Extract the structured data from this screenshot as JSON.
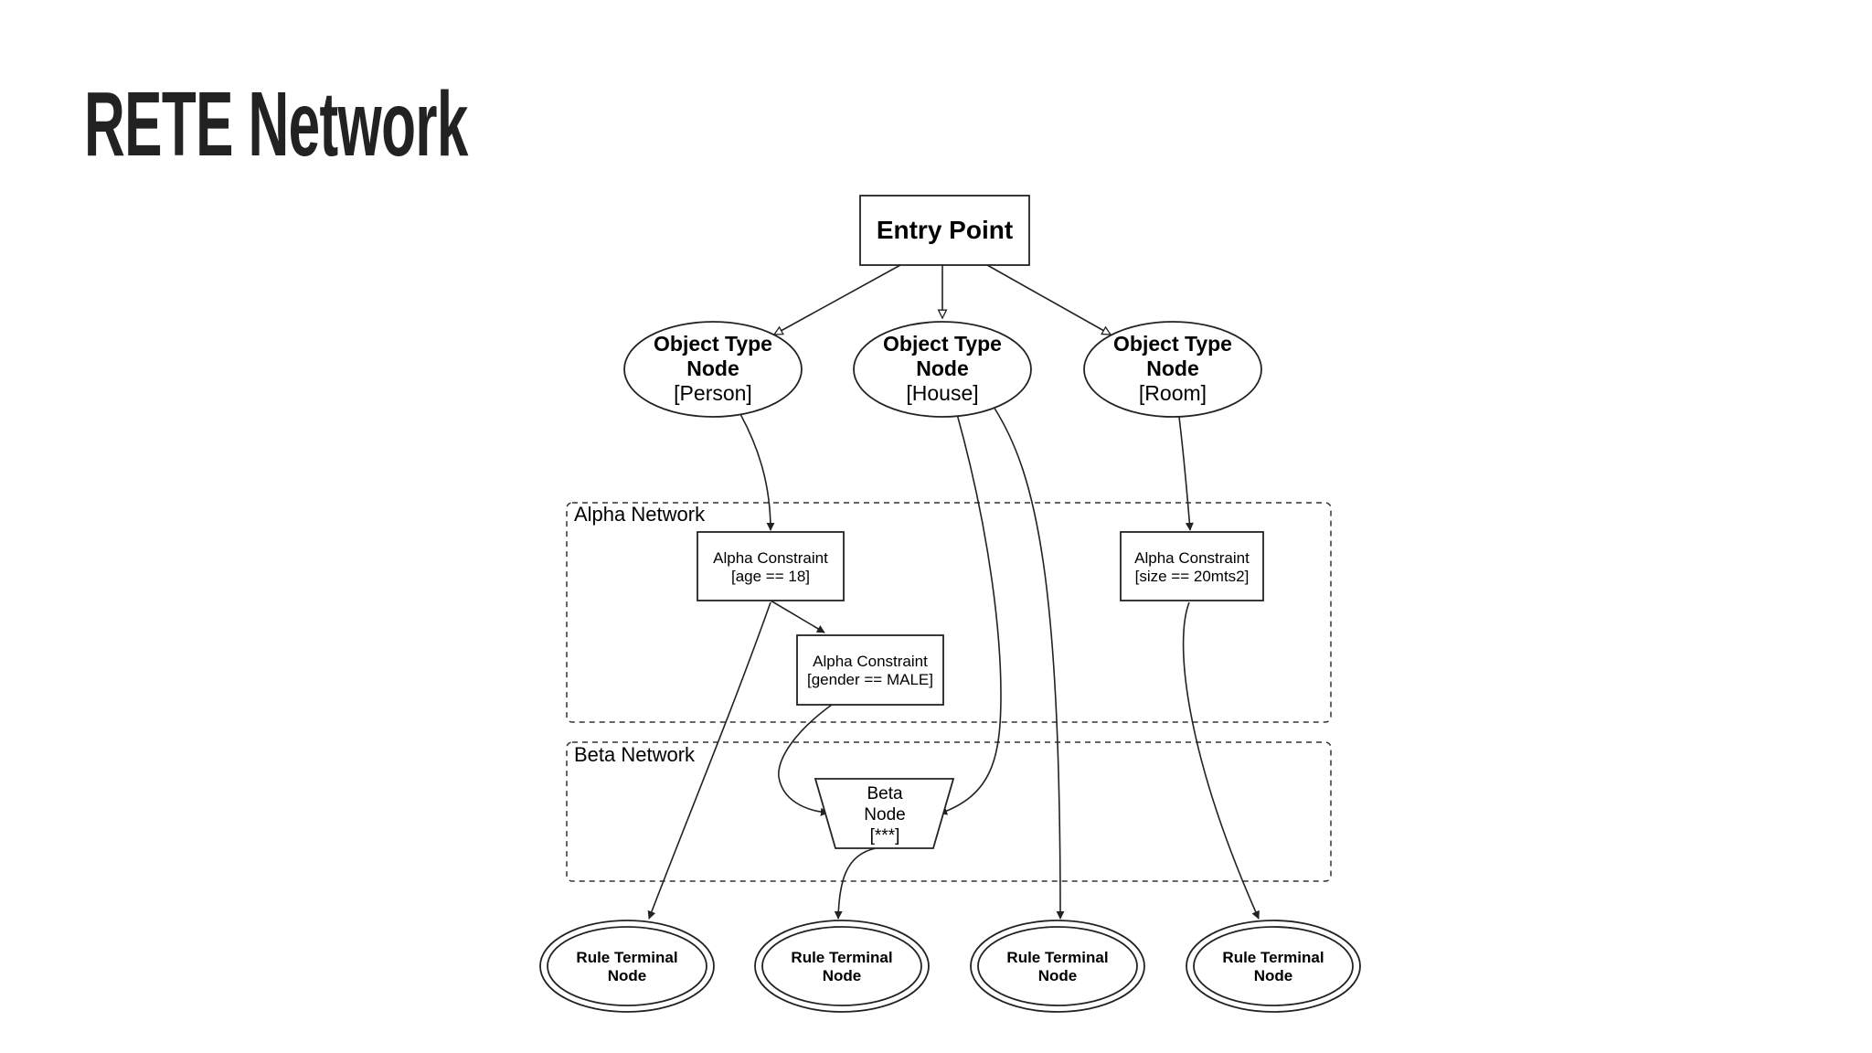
{
  "title": "RETE Network",
  "diagram": {
    "entry_point": "Entry Point",
    "object_type_nodes": [
      {
        "line1": "Object Type",
        "line2": "Node",
        "type": "[Person]"
      },
      {
        "line1": "Object Type",
        "line2": "Node",
        "type": "[House]"
      },
      {
        "line1": "Object Type",
        "line2": "Node",
        "type": "[Room]"
      }
    ],
    "alpha_network_label": "Alpha Network",
    "beta_network_label": "Beta Network",
    "alpha_constraints": [
      {
        "title": "Alpha Constraint",
        "condition": "[age == 18]"
      },
      {
        "title": "Alpha Constraint",
        "condition": "[gender == MALE]"
      },
      {
        "title": "Alpha Constraint",
        "condition": "[size == 20mts2]"
      }
    ],
    "beta_node": {
      "line1": "Beta",
      "line2": "Node",
      "line3": "[***]"
    },
    "rule_terminal_nodes": [
      {
        "line1": "Rule Terminal",
        "line2": "Node"
      },
      {
        "line1": "Rule Terminal",
        "line2": "Node"
      },
      {
        "line1": "Rule Terminal",
        "line2": "Node"
      },
      {
        "line1": "Rule Terminal",
        "line2": "Node"
      }
    ]
  }
}
